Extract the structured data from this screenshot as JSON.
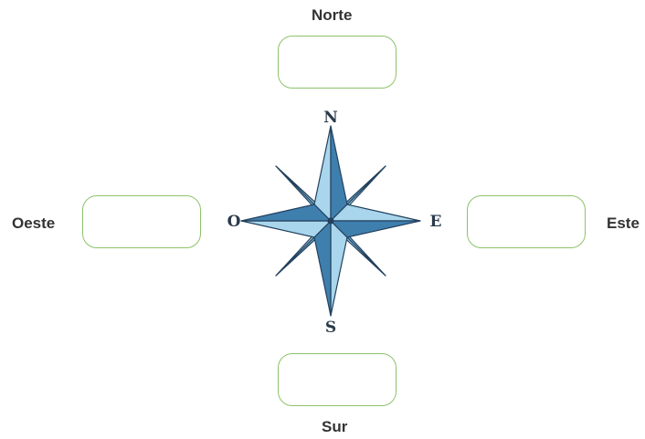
{
  "labels": {
    "north": "Norte",
    "south": "Sur",
    "east": "Este",
    "west": "Oeste"
  },
  "compass": {
    "letters": {
      "n": "N",
      "s": "S",
      "e": "E",
      "o": "O"
    },
    "colors": {
      "light": "#a9d6ec",
      "mid": "#6fb3d8",
      "dark": "#3f7fae",
      "outline": "#23415e"
    }
  },
  "answer_boxes": {
    "north": "",
    "south": "",
    "east": "",
    "west": ""
  },
  "colors": {
    "box_border": "#8dc26a",
    "text": "#333333"
  }
}
